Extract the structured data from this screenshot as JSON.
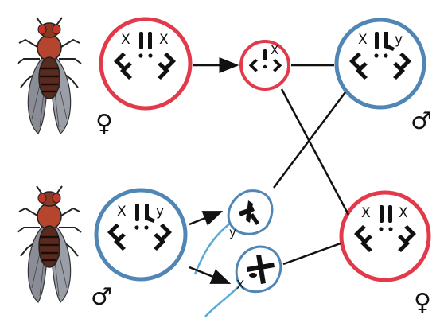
{
  "colors": {
    "female_ring": "#e23a4a",
    "male_ring": "#4f86b5",
    "chromosome": "#111111",
    "sperm_tail": "#5aa9d6",
    "fly_body": "#b5452c",
    "fly_wing": "#8a8d96",
    "arrow": "#111111"
  },
  "parents": {
    "female": {
      "symbol": "♀",
      "cell_labels": [
        "X",
        "X"
      ]
    },
    "male": {
      "symbol": "♂",
      "cell_labels": [
        "X",
        "y"
      ]
    }
  },
  "gametes": {
    "egg": {
      "label": "X"
    },
    "sperm_y": {
      "label": "y"
    },
    "sperm_x": {
      "label": "X"
    }
  },
  "offspring": {
    "male": {
      "symbol": "♂",
      "cell_labels": [
        "X",
        "y"
      ]
    },
    "female": {
      "symbol": "♀",
      "cell_labels": [
        "X",
        "X"
      ]
    }
  }
}
